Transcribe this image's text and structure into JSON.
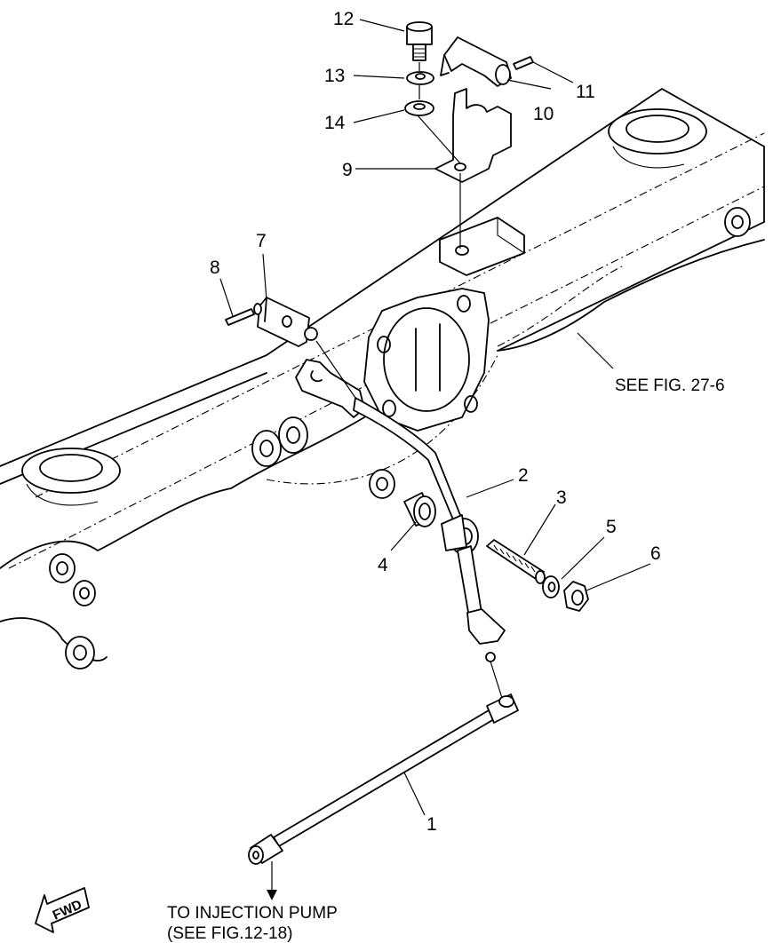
{
  "callouts": {
    "c1": "1",
    "c2": "2",
    "c3": "3",
    "c4": "4",
    "c5": "5",
    "c6": "6",
    "c7": "7",
    "c8": "8",
    "c9": "9",
    "c10": "10",
    "c11": "11",
    "c12": "12",
    "c13": "13",
    "c14": "14"
  },
  "notes": {
    "see_fig": "SEE FIG. 27-6",
    "to_pump_line1": "TO INJECTION PUMP",
    "to_pump_line2": "(SEE FIG.12-18)"
  },
  "fwd_label": "FWD"
}
